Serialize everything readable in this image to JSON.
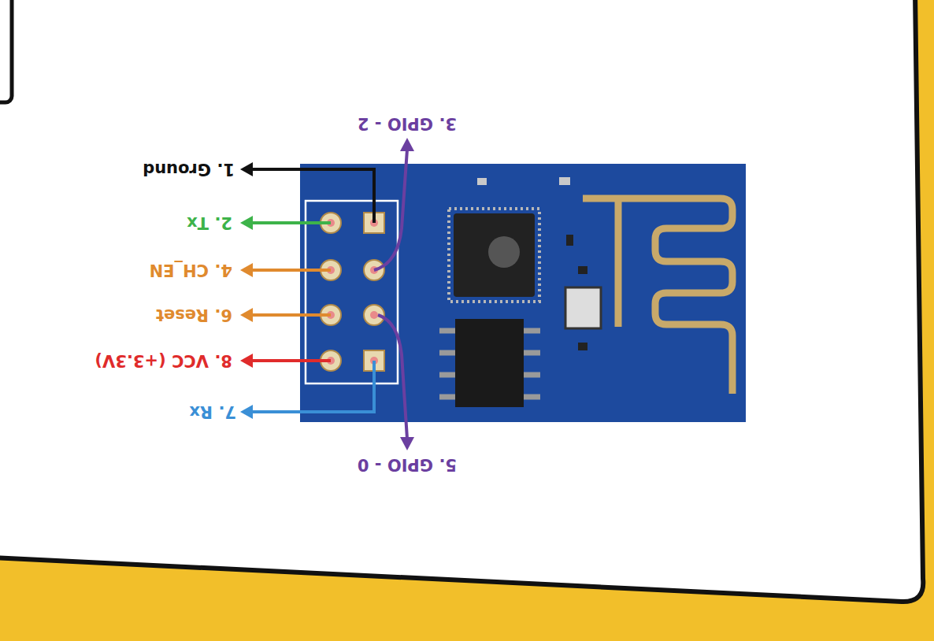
{
  "diagram": {
    "labels": [
      "3. GPIO - 2",
      "1. Ground",
      "2. Tx",
      "4. CH_EN",
      "6. Reset",
      "8. VCC (+3.3V)",
      "7. Rx",
      "5. GPIO - 0"
    ]
  }
}
